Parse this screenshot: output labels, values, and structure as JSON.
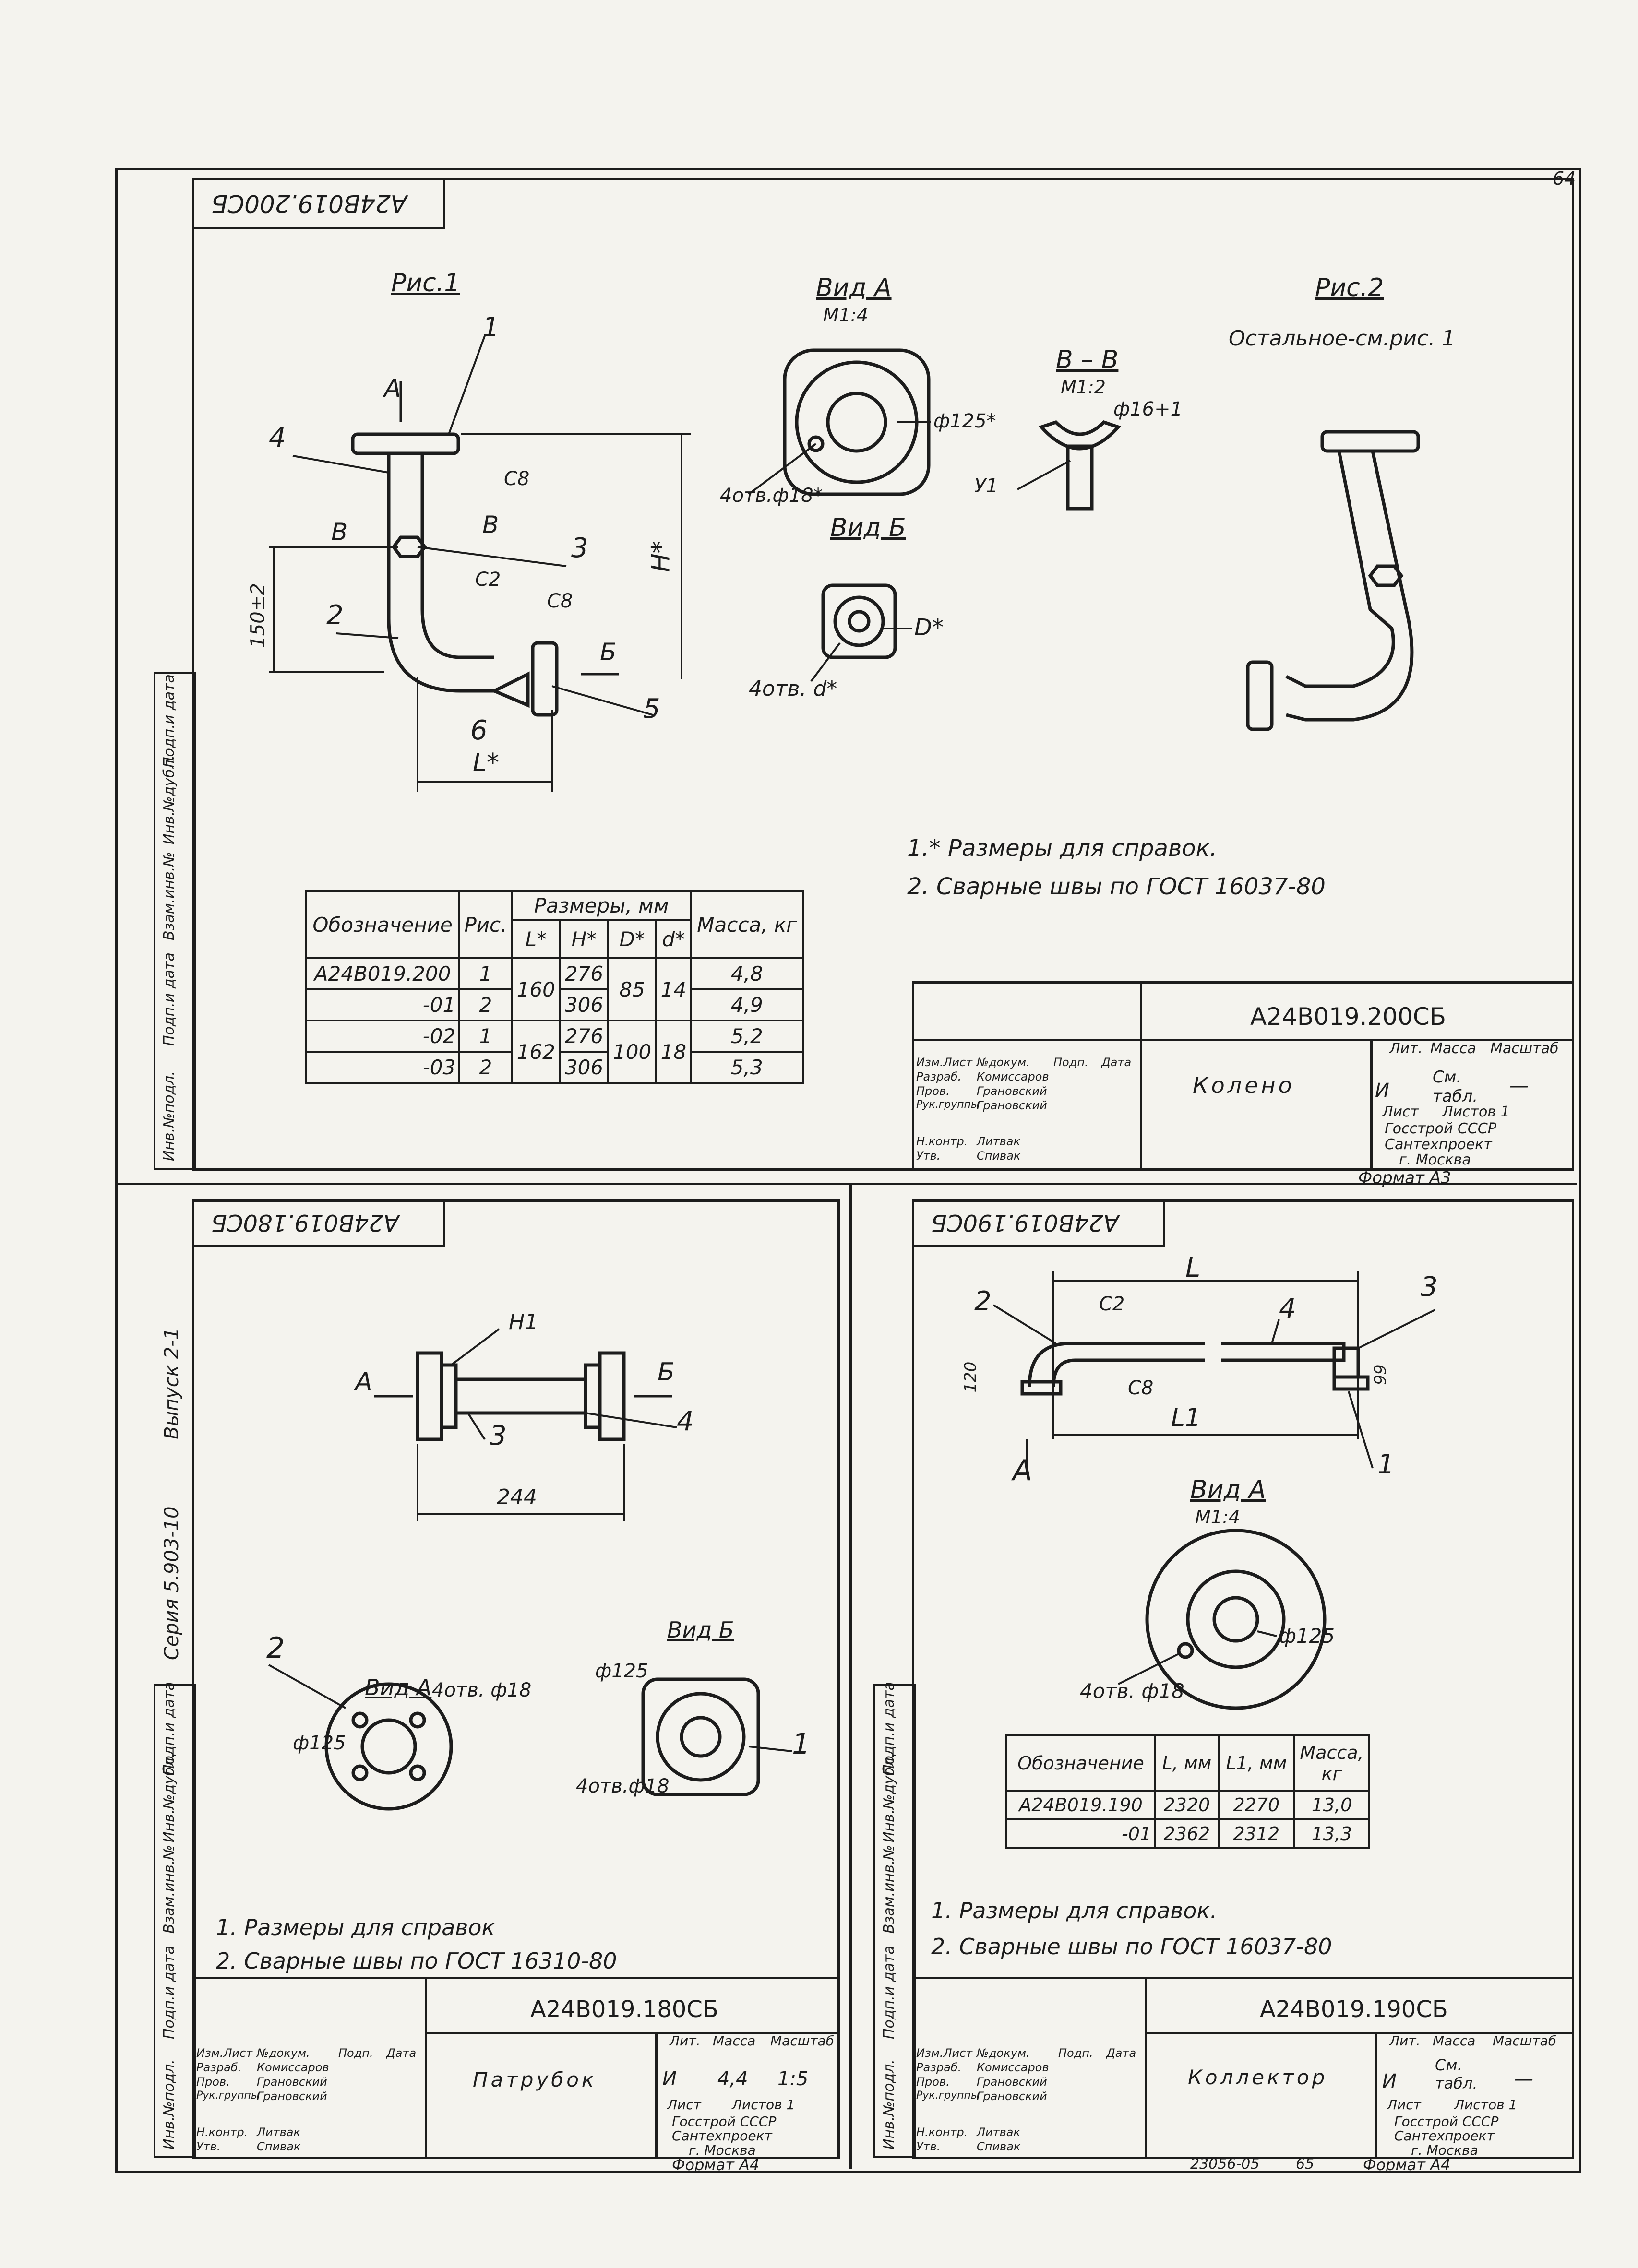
{
  "page_number": "64",
  "series": "Серия 5.903-10",
  "issue": "Выпуск 2-1",
  "footer_code": "23056-05",
  "footer_page": "65",
  "side_labels": {
    "inv_podl": "Инв.№подл.",
    "podp_data": "Подп.и дата",
    "vzam_inv": "Взам.инв.№",
    "inv_dubl": "Инв.№дубл.",
    "podp_data2": "Подп.и дата"
  },
  "sheet1": {
    "code_inverted": "А24В019.200СБ",
    "fig1": "Рис.1",
    "fig2": "Рис.2",
    "fig2_note": "Остальное-см.рис. 1",
    "view_a": "Вид А",
    "view_a_scale": "М1:4",
    "section_bb": "В – В",
    "section_scale": "М1:2",
    "view_b": "Вид Б",
    "dims": {
      "phi125": "ф125*",
      "holes18": "4отв.ф18*",
      "phi16": "ф16+1",
      "y1": "У1",
      "d_star": "D*",
      "holes_d": "4отв. d*",
      "h_star": "H*",
      "l_star": "L*",
      "dim150": "150±2",
      "c8a": "С8",
      "c2": "С2",
      "c8b": "С8",
      "a": "А",
      "b_mark": "В",
      "b_mark2": "В",
      "b": "Б"
    },
    "positions": [
      "1",
      "2",
      "3",
      "4",
      "5",
      "6"
    ],
    "notes": [
      "1.* Размеры для справок.",
      "2. Сварные швы по ГОСТ 16037-80"
    ],
    "table": {
      "h_designation": "Обозначение",
      "h_fig": "Рис.",
      "h_dims": "Размеры, мм",
      "h_l": "L*",
      "h_h": "H*",
      "h_d": "D*",
      "h_dd": "d*",
      "h_mass": "Масса, кг",
      "rows": [
        {
          "des": "А24В019.200",
          "fig": "1",
          "l": "160",
          "h": "276",
          "d": "85",
          "dd": "14",
          "m": "4,8"
        },
        {
          "des": "-01",
          "fig": "2",
          "l": "",
          "h": "306",
          "d": "",
          "dd": "",
          "m": "4,9"
        },
        {
          "des": "-02",
          "fig": "1",
          "l": "162",
          "h": "276",
          "d": "100",
          "dd": "18",
          "m": "5,2"
        },
        {
          "des": "-03",
          "fig": "2",
          "l": "",
          "h": "306",
          "d": "",
          "dd": "",
          "m": "5,3"
        }
      ]
    },
    "stamp": {
      "code": "А24В019.200СБ",
      "name": "Колено",
      "lit": "Лит.",
      "mass": "Масса",
      "scale": "Масштаб",
      "lit_val": "И",
      "mass_val": "См. табл.",
      "scale_val": "—",
      "sheet": "Лист",
      "sheets": "Листов 1",
      "org1": "Госстрой СССР",
      "org2": "Сантехпроект",
      "org3": "г. Москва",
      "rows": [
        {
          "role": "Изм.Лист",
          "name": "№докум.",
          "sig": "Подп.",
          "date": "Дата"
        },
        {
          "role": "Разраб.",
          "name": "Комиссаров",
          "sig": "",
          "date": ""
        },
        {
          "role": "Пров.",
          "name": "Грановский",
          "sig": "",
          "date": ""
        },
        {
          "role": "Рук.группы",
          "name": "Грановский",
          "sig": "",
          "date": ""
        },
        {
          "role": "Н.контр.",
          "name": "Литвак",
          "sig": "",
          "date": ""
        },
        {
          "role": "Утв.",
          "name": "Спивак",
          "sig": "",
          "date": ""
        }
      ],
      "format": "Формат А3"
    }
  },
  "sheet2": {
    "code_inverted": "А24В019.180СБ",
    "h1": "Н1",
    "a": "А",
    "b": "Б",
    "pos3": "3",
    "pos4": "4",
    "dim244": "244",
    "pos2": "2",
    "pos1": "1",
    "view_a": "Вид А",
    "holes18a": "4отв. ф18",
    "phi125a": "ф125",
    "view_b": "Вид Б",
    "phi125b": "ф125",
    "holes18b": "4отв.ф18",
    "notes": [
      "1. Размеры для справок",
      "2. Сварные швы по ГОСТ 16310-80"
    ],
    "stamp": {
      "code": "А24В019.180СБ",
      "name": "Патрубок",
      "lit": "Лит.",
      "mass": "Масса",
      "scale": "Масштаб",
      "lit_val": "И",
      "mass_val": "4,4",
      "scale_val": "1:5",
      "sheet": "Лист",
      "sheets": "Листов 1",
      "org1": "Госстрой СССР",
      "org2": "Сантехпроект",
      "org3": "г. Москва",
      "rows": [
        {
          "role": "Изм.Лист",
          "name": "№докум.",
          "sig": "Подп.",
          "date": "Дата"
        },
        {
          "role": "Разраб.",
          "name": "Комиссаров",
          "sig": "",
          "date": ""
        },
        {
          "role": "Пров.",
          "name": "Грановский",
          "sig": "",
          "date": ""
        },
        {
          "role": "Рук.группы",
          "name": "Грановский",
          "sig": "",
          "date": ""
        },
        {
          "role": "Н.контр.",
          "name": "Литвак",
          "sig": "",
          "date": ""
        },
        {
          "role": "Утв.",
          "name": "Спивак",
          "sig": "",
          "date": ""
        }
      ],
      "format": "Формат А4"
    }
  },
  "sheet3": {
    "code_inverted": "А24В019.190СБ",
    "l": "L",
    "l1": "L1",
    "pos1": "1",
    "pos2": "2",
    "pos3": "3",
    "pos4": "4",
    "c2": "С2",
    "c8": "С8",
    "dim120": "120",
    "dim99": "99",
    "a": "А",
    "view_a": "Вид А",
    "view_a_scale": "М1:4",
    "phi125": "ф125",
    "holes18": "4отв. ф18",
    "table": {
      "h_designation": "Обозначение",
      "h_l": "L, мм",
      "h_l1": "L1, мм",
      "h_mass": "Масса, кг",
      "rows": [
        {
          "des": "А24В019.190",
          "l": "2320",
          "l1": "2270",
          "m": "13,0"
        },
        {
          "des": "-01",
          "l": "2362",
          "l1": "2312",
          "m": "13,3"
        }
      ]
    },
    "notes": [
      "1. Размеры для справок.",
      "2. Сварные швы по ГОСТ 16037-80"
    ],
    "stamp": {
      "code": "А24В019.190СБ",
      "name": "Коллектор",
      "lit": "Лит.",
      "mass": "Масса",
      "scale": "Масштаб",
      "lit_val": "И",
      "mass_val": "См. табл.",
      "scale_val": "—",
      "sheet": "Лист",
      "sheets": "Листов 1",
      "org1": "Госстрой СССР",
      "org2": "Сантехпроект",
      "org3": "г. Москва",
      "rows": [
        {
          "role": "Изм.Лист",
          "name": "№докум.",
          "sig": "Подп.",
          "date": "Дата"
        },
        {
          "role": "Разраб.",
          "name": "Комиссаров",
          "sig": "",
          "date": ""
        },
        {
          "role": "Пров.",
          "name": "Грановский",
          "sig": "",
          "date": ""
        },
        {
          "role": "Рук.группы",
          "name": "Грановский",
          "sig": "",
          "date": ""
        },
        {
          "role": "Н.контр.",
          "name": "Литвак",
          "sig": "",
          "date": ""
        },
        {
          "role": "Утв.",
          "name": "Спивак",
          "sig": "",
          "date": ""
        }
      ],
      "format": "Формат А4"
    }
  }
}
